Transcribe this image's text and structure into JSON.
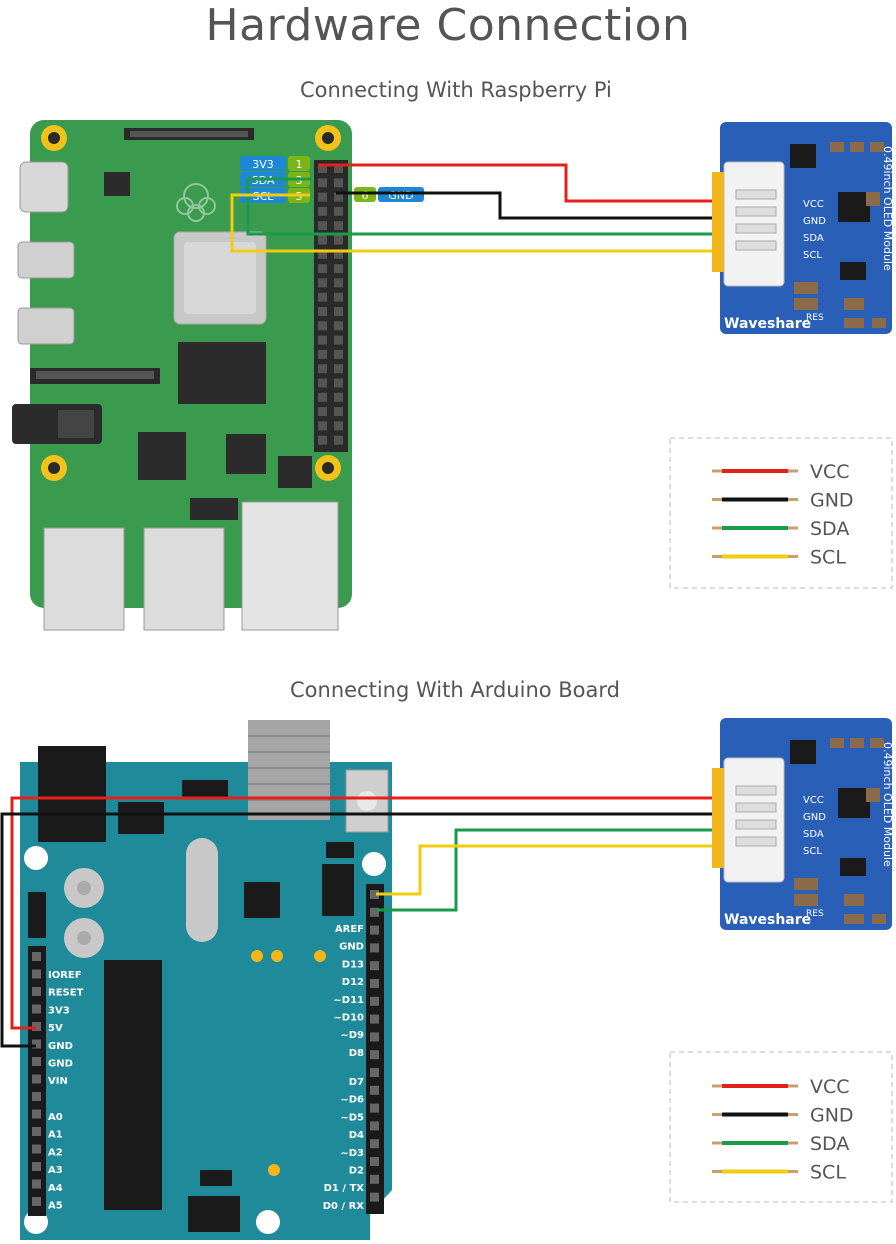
{
  "page": {
    "title": "Hardware Connection"
  },
  "rpi_section": {
    "subtitle": "Connecting With Raspberry Pi",
    "pin_labels": [
      {
        "name": "3V3",
        "pin": "1"
      },
      {
        "name": "SDA",
        "pin": "3"
      },
      {
        "name": "SCL",
        "pin": "5"
      }
    ],
    "gnd_label": {
      "name": "GND",
      "pin": "6"
    }
  },
  "arduino_section": {
    "subtitle": "Connecting With Arduino Board",
    "left_header": [
      "IOREF",
      "RESET",
      "3V3",
      "5V",
      "GND",
      "GND",
      "VIN"
    ],
    "analog_header": [
      "A0",
      "A1",
      "A2",
      "A3",
      "A4",
      "A5"
    ],
    "right_header_top": [
      "AREF",
      "GND",
      "D13",
      "D12",
      "~D11",
      "~D10",
      "~D9",
      "D8"
    ],
    "right_header_bottom": [
      "D7",
      "~D6",
      "~D5",
      "D4",
      "~D3",
      "D2",
      "D1 / TX",
      "D0 / RX"
    ]
  },
  "oled_module": {
    "brand": "Waveshare",
    "model_text": "0.49inch OLED Module",
    "pins": [
      "VCC",
      "GND",
      "SDA",
      "SCL"
    ],
    "res_label": "RES"
  },
  "legend": {
    "items": [
      {
        "label": "VCC",
        "color": "#e32019"
      },
      {
        "label": "GND",
        "color": "#111111"
      },
      {
        "label": "SDA",
        "color": "#1a9a4b"
      },
      {
        "label": "SCL",
        "color": "#f2cc0f"
      }
    ]
  },
  "colors": {
    "rpi_board": "#3a9a4e",
    "arduino_board": "#1f8a9a",
    "oled_board": "#2a5fb8",
    "pin_label_blue": "#1e88d6",
    "pin_number_green": "#7cb518"
  }
}
